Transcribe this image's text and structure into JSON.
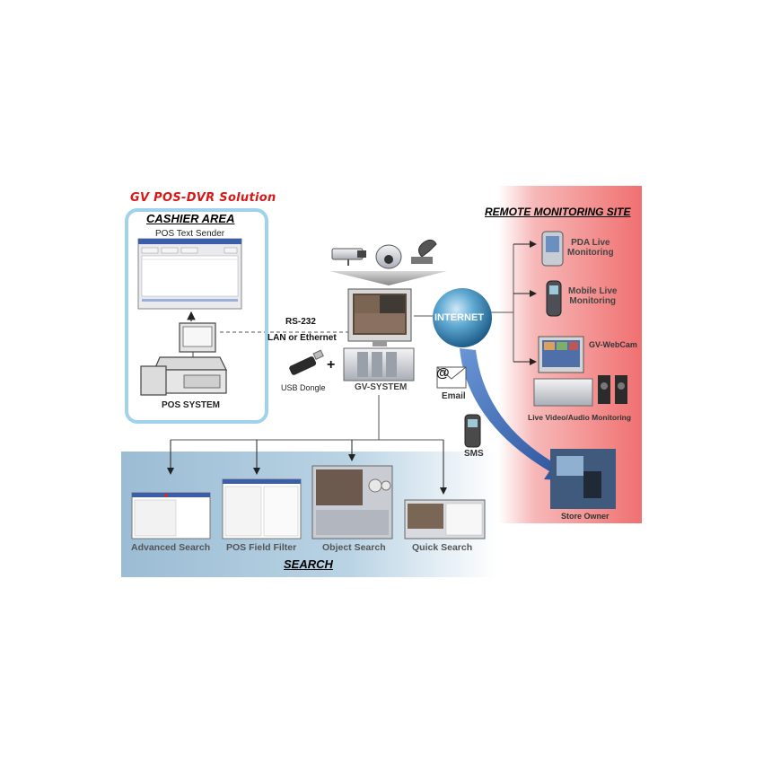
{
  "title": "GV POS-DVR Solution",
  "cashier_area": {
    "title": "CASHIER AREA",
    "pos_text_sender": "POS Text Sender",
    "pos_system": "POS SYSTEM"
  },
  "connection": {
    "rs232": "RS-232",
    "lan": "LAN or Ethernet",
    "usb_dongle": "USB Dongle",
    "plus": "+"
  },
  "gv_system": "GV-SYSTEM",
  "internet": "INTERNET",
  "email": "Email",
  "at_sign": "@",
  "sms": "SMS",
  "remote": {
    "title": "REMOTE MONITORING SITE",
    "pda": "PDA Live\nMonitoring",
    "mobile": "Mobile Live\nMonitoring",
    "webcam": "GV-WebCam",
    "live_av": "Live Video/Audio Monitoring",
    "store_owner": "Store Owner"
  },
  "search": {
    "title": "SEARCH",
    "items": [
      "Advanced Search",
      "POS Field Filter",
      "Object Search",
      "Quick Search"
    ]
  },
  "colors": {
    "title_red": "#d81818",
    "cashier_border": "#9fd2ec",
    "internet_globe": "#4f9fc9",
    "arrow_blue": "#3a6fb8",
    "remote_red": "#f07070",
    "search_blue": "#9bbcd4"
  }
}
